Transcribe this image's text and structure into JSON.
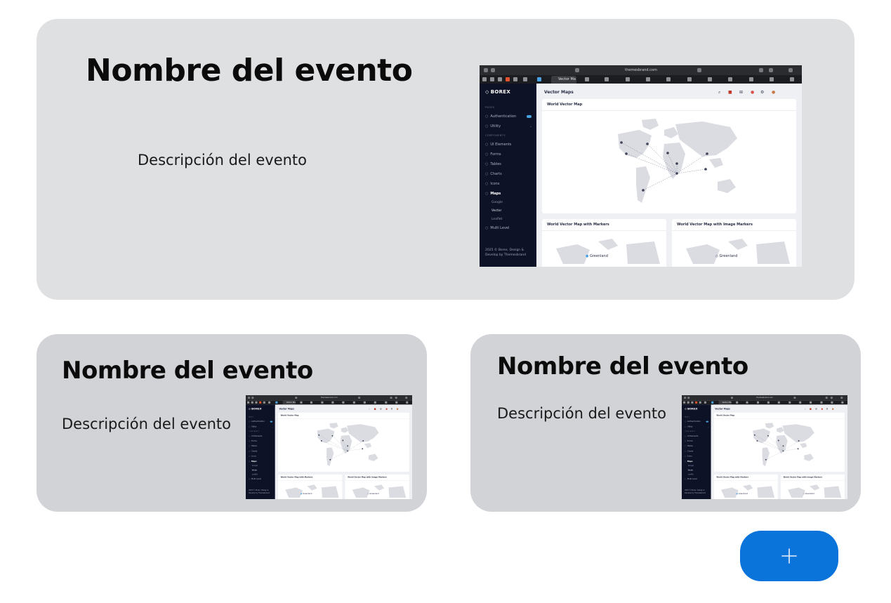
{
  "events": [
    {
      "title": "Nombre del evento",
      "description": "Descripción del evento"
    },
    {
      "title": "Nombre del evento",
      "description": "Descripción del evento"
    },
    {
      "title": "Nombre del evento",
      "description": "Descripción del evento"
    }
  ],
  "thumbnail": {
    "url": "themesbrand.com",
    "tab_label": "Vector Ma",
    "brand": "BOREX",
    "page_title": "Vector Maps",
    "sidebar": {
      "section_pages": "PAGES",
      "section_components": "COMPONENTS",
      "items": [
        "Authentication",
        "Utility",
        "UI Elements",
        "Forms",
        "Tables",
        "Charts",
        "Icons",
        "Maps",
        "Multi Level"
      ],
      "maps_sub": [
        "Google",
        "Vector",
        "Leaflet"
      ],
      "footer": "2025 © Borex. Design & Develop by Themesbrand"
    },
    "panels": {
      "world": "World Vector Map",
      "markers": "World Vector Map with Markers",
      "image_markers": "World Vector Map with Image Markers",
      "marker_label": "Greenland"
    }
  },
  "add_button": {
    "icon": "plus-icon"
  },
  "colors": {
    "hero_card": "#dfe0e2",
    "small_card": "#d1d3d6",
    "accent": "#0a74da",
    "sidebar": "#0e1226"
  }
}
